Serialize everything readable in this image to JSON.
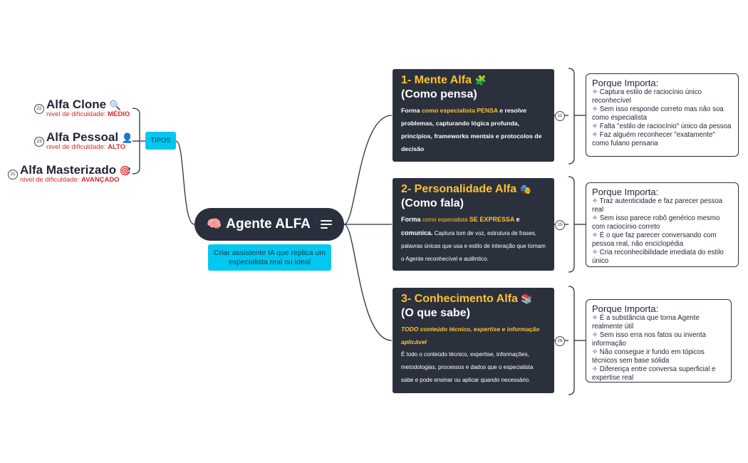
{
  "root": {
    "emoji": "🧠",
    "title": "Agente ALFA",
    "note": "Criar assistente IA que replica um especialista real ou ideal"
  },
  "types": {
    "label": "TIPOS",
    "items": [
      {
        "count": "22",
        "title": "Alfa Clone",
        "emoji": "🔍",
        "level_prefix": "nivel de dificuldade: ",
        "level": "MÉDIO"
      },
      {
        "count": "23",
        "title": "Alfa Pessoal",
        "emoji": "👤",
        "level_prefix": "nivel de dificuldade: ",
        "level": "ALTO"
      },
      {
        "count": "21",
        "title": "Alfa Masterizado",
        "emoji": "🎯",
        "level_prefix": "nivel de dificuldade: ",
        "level": "AVANÇADO"
      }
    ]
  },
  "cards": [
    {
      "count": "11",
      "title": "1- Mente Alfa",
      "emoji": "🧩",
      "subtitle": "(Como pensa)",
      "body_pre": "Forma ",
      "body_hl": "como especialista PENSA",
      "body_post": " e resolve problemas, capturando lógica profunda, princípios, frameworks mentais e protocolos de decisão",
      "why_title": "Porque Importa:",
      "why_items": [
        "✧ Captura estilo de raciocínio único reconhecível",
        "✧ Sem isso responde correto mas não soa como especialista",
        "✧ Falta \"estilo de raciocínio\" único da pessoa",
        "✧ Faz alguém reconhecer \"exatamente\" como fulano pensaria"
      ]
    },
    {
      "count": "15",
      "title": "2-  Personalidade Alfa",
      "emoji": "🎭",
      "subtitle": "(Como fala)",
      "body_pre": "Forma ",
      "body_hl": "como especialista ",
      "body_hl2": "SE EXPRESSA",
      "body_mid": " e comunica.",
      "body_post": " Captura tom de voz, estrutura de frases, palavras únicas que usa e estilo de interação que tornam o Agente reconhecível e autêntico.",
      "why_title": "Porque Importa:",
      "why_items": [
        "✧ Traz autenticidade e faz parecer pessoa real",
        "✧ Sem isso parece robô genérico mesmo com raciocínio correto",
        "✧ É o que faz parecer conversando com pessoa real, não enciclopédia",
        "✧ Cria reconhecibilidade imediata do estilo único"
      ]
    },
    {
      "count": "26",
      "title": "3- Conhecimento Alfa",
      "emoji": "📚",
      "subtitle": "(O que sabe)",
      "italic": "TODO conteúdo técnico, expertise e informação aplicável",
      "body_post": "É todo o conteúdo técnico, expertise, informações, metodologias, processos e dados que o especialista sabe e pode ensinar ou aplicar quando necessário.",
      "why_title": "Porque Importa:",
      "why_items": [
        "✧ É a substância que torna Agente realmente útil",
        "✧ Sem isso erra nos fatos ou inventa informação",
        "✧ Não consegue ir fundo em tópicos técnicos sem base sólida",
        "✧ Diferença entre conversa superficial e expertise real"
      ]
    }
  ]
}
